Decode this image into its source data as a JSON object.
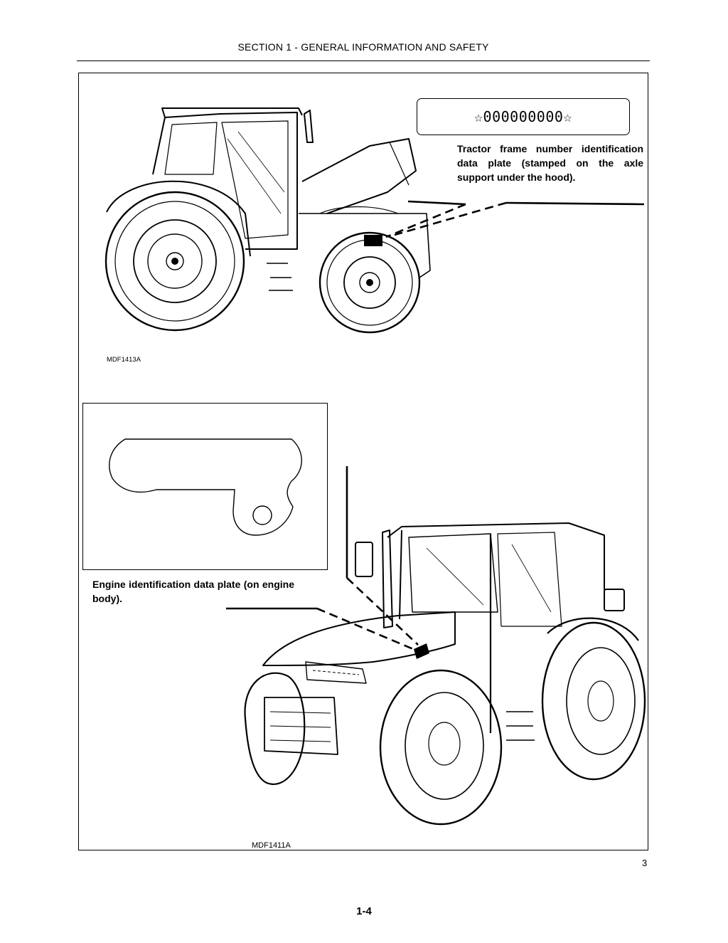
{
  "header": {
    "title": "SECTION 1 - GENERAL INFORMATION AND SAFETY"
  },
  "frame_plate": {
    "number": "☆000000000☆"
  },
  "captions": {
    "frame": "Tractor frame number identification data plate (stamped on the axle support under the hood).",
    "engine": "Engine identification data plate (on engine body)."
  },
  "figure_codes": {
    "top": "MDF1413A",
    "bottom": "MDF1411A"
  },
  "figure_number": "3",
  "page_footer": "1-4"
}
